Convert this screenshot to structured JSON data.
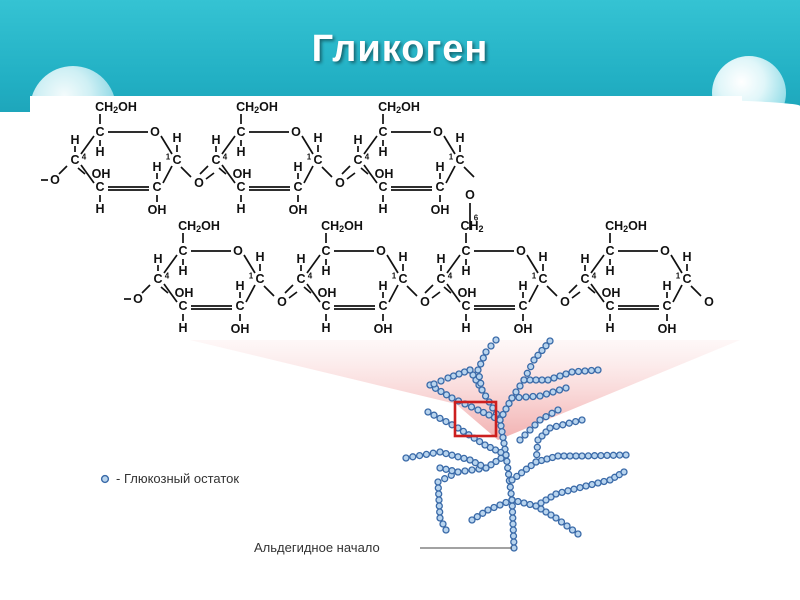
{
  "title": "Гликоген",
  "legend": {
    "text": "- Глюкозный остаток"
  },
  "callout": {
    "text": "Альдегидное начало"
  },
  "atoms": {
    "c": "C",
    "o": "O",
    "h": "H",
    "oh": "OH",
    "ch2oh": "CH2OH",
    "ch2": "CH2",
    "n1": "1",
    "n4": "4",
    "n6": "6"
  },
  "colors": {
    "header": "#22b0c4",
    "residue_fill": "#b8d4ee",
    "residue_stroke": "#3a6aa8",
    "highlight_box": "#cc1f1f",
    "wedge": "#f6c9c9"
  },
  "icons": [
    "bubble-decoration",
    "glucose-residue-icon"
  ]
}
